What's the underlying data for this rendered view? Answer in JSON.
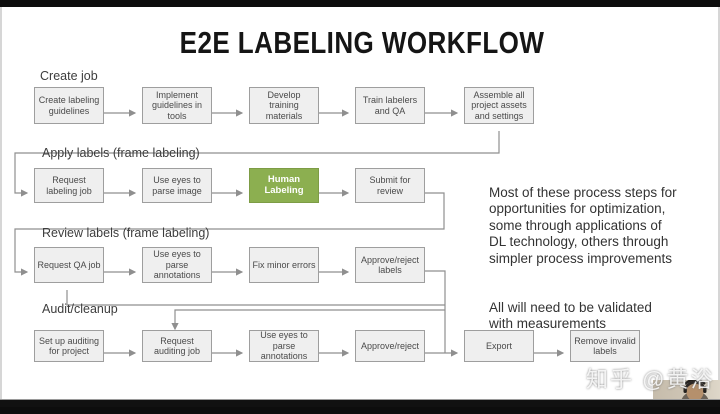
{
  "title": "E2E LABELING WORKFLOW",
  "sections": [
    {
      "label": "Create job",
      "nodes": [
        {
          "label": "Create labeling guidelines"
        },
        {
          "label": "Implement guidelines in tools"
        },
        {
          "label": "Develop training materials"
        },
        {
          "label": "Train labelers and QA"
        },
        {
          "label": "Assemble all project assets and settings"
        }
      ]
    },
    {
      "label": "Apply labels (frame labeling)",
      "nodes": [
        {
          "label": "Request labeling job"
        },
        {
          "label": "Use eyes to parse image"
        },
        {
          "label": "Human Labeling",
          "highlight": true
        },
        {
          "label": "Submit for review"
        }
      ]
    },
    {
      "label": "Review labels (frame labeling)",
      "nodes": [
        {
          "label": "Request QA job"
        },
        {
          "label": "Use eyes to parse annotations"
        },
        {
          "label": "Fix minor errors"
        },
        {
          "label": "Approve/reject labels"
        }
      ]
    },
    {
      "label": "Audit/cleanup",
      "nodes": [
        {
          "label": "Set up auditing for project"
        },
        {
          "label": "Request auditing job"
        },
        {
          "label": "Use eyes to parse annotations"
        },
        {
          "label": "Approve/reject"
        },
        {
          "label": "Export"
        },
        {
          "label": "Remove invalid labels"
        }
      ]
    }
  ],
  "annotation": {
    "para1": "Most of these process steps for\nopportunities for optimization,\nsome through applications of\nDL technology, others through\nsimpler process improvements",
    "para2": "All will need to be validated\nwith measurements"
  },
  "watermark": "知乎 @黄浴",
  "colors": {
    "accent_green": "#8caf50",
    "box_fill": "#efefef",
    "box_border": "#9e9e9e",
    "connector": "#8f8f8f",
    "text": "#3c3c3c",
    "letterbox": "#0d0d0d"
  }
}
